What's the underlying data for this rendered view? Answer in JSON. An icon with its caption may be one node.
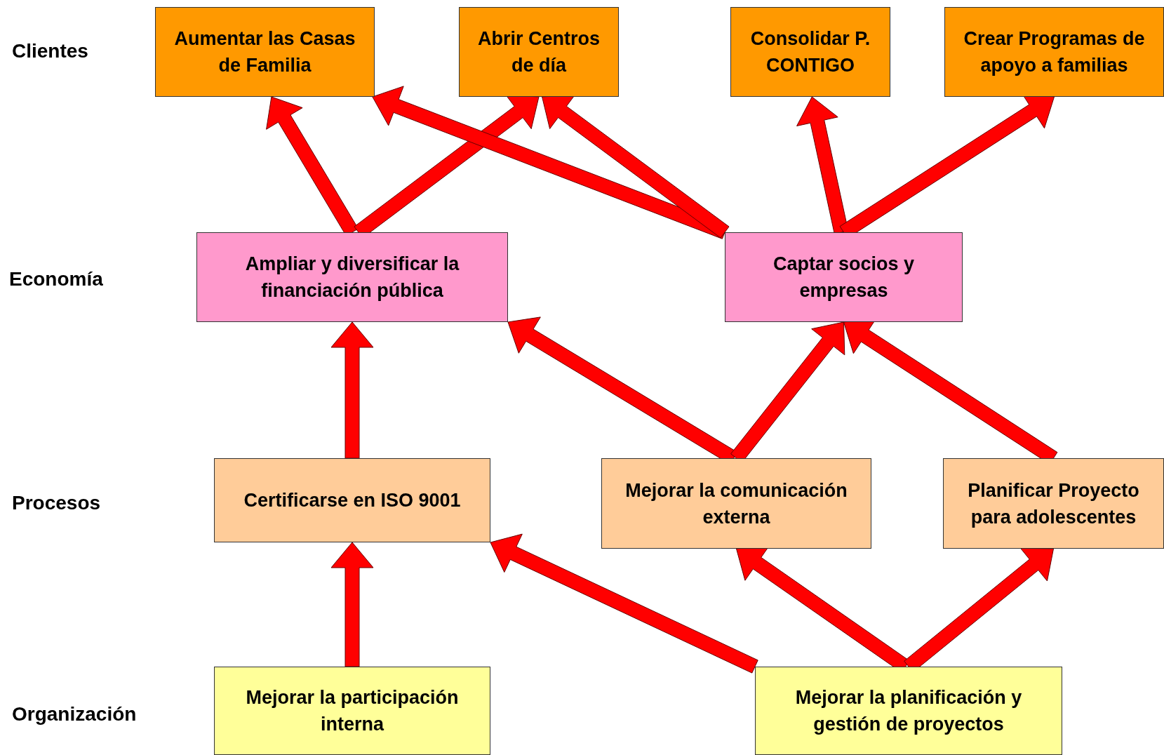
{
  "diagram": {
    "nodes": [
      {
        "text": [
          "Aumentar las Casas de Familia"
        ]
      },
      {
        "text": [
          "Abrir Centros de día"
        ]
      },
      {
        "text": [
          "Consolidar P. CONTIGO"
        ]
      },
      {
        "text": [
          "Crear Programas de apoyo a familias"
        ]
      },
      {
        "text": [
          "Ampliar y diversificar la financiación pública"
        ]
      },
      {
        "text": [
          "Captar socios y empresas"
        ]
      },
      {
        "text": [
          "Certificarse en ISO 9001"
        ]
      },
      {
        "text": [
          "Mejorar la comunicación externa"
        ]
      },
      {
        "text": [
          "Planificar Proyecto para adolescentes"
        ]
      },
      {
        "text": [
          "Mejorar la participación interna"
        ]
      },
      {
        "text": [
          "Mejorar la planificación y gestión de proyectos"
        ]
      }
    ],
    "edges": [
      {
        "from": 4,
        "to": 0,
        "arrow": "to"
      },
      {
        "from": 4,
        "to": 1,
        "arrow": "to"
      },
      {
        "from": 5,
        "to": 0,
        "arrow": "to"
      },
      {
        "from": 5,
        "to": 1,
        "arrow": "to"
      },
      {
        "from": 5,
        "to": 2,
        "arrow": "to"
      },
      {
        "from": 5,
        "to": 3,
        "arrow": "to"
      },
      {
        "from": 6,
        "to": 4,
        "arrow": "to"
      },
      {
        "from": 7,
        "to": 4,
        "arrow": "to"
      },
      {
        "from": 7,
        "to": 5,
        "arrow": "to"
      },
      {
        "from": 8,
        "to": 5,
        "arrow": "to"
      },
      {
        "from": 9,
        "to": 6,
        "arrow": "to"
      },
      {
        "from": 10,
        "to": 6,
        "arrow": "to"
      },
      {
        "from": 10,
        "to": 7,
        "arrow": "to"
      },
      {
        "from": 10,
        "to": 8,
        "arrow": "to"
      }
    ],
    "labels": [
      "Clientes",
      "Economía",
      "Procesos",
      "Organización"
    ]
  }
}
